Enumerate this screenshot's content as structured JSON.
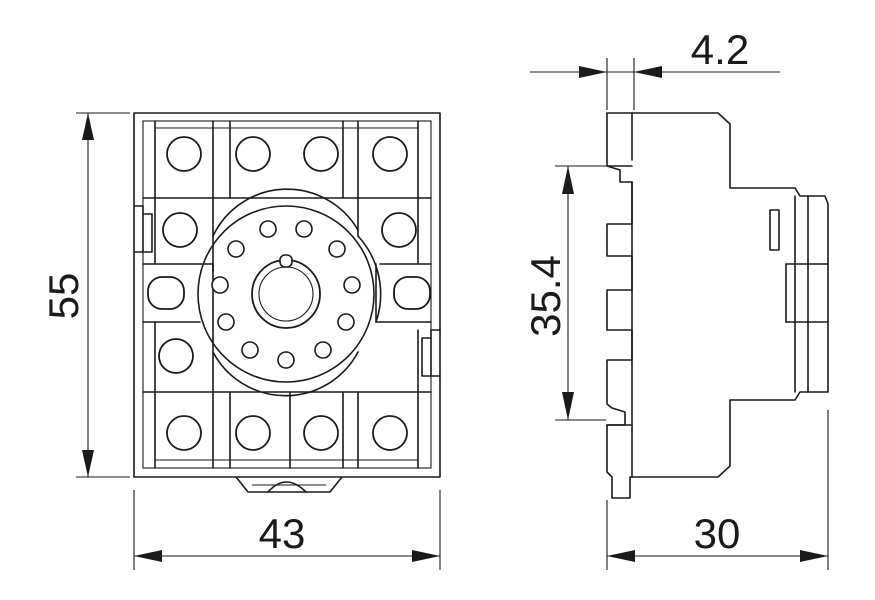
{
  "dimensions": {
    "front_height": "55",
    "front_width": "43",
    "side_rail": "35.4",
    "side_depth": "30",
    "side_offset": "4.2"
  }
}
